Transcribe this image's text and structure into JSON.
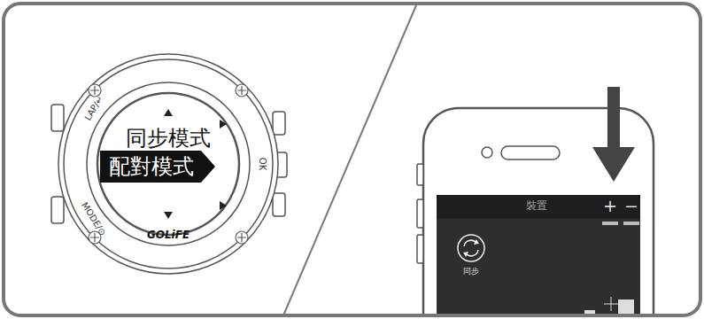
{
  "diagram": {
    "nodes": [
      {
        "text": [
          "配對模式"
        ]
      }
    ],
    "labels": [
      "同步模式",
      "LAP/↵",
      "MODE/⊙",
      "OK",
      "GOLiFE",
      "裝置",
      "+",
      "−",
      "同步"
    ]
  }
}
